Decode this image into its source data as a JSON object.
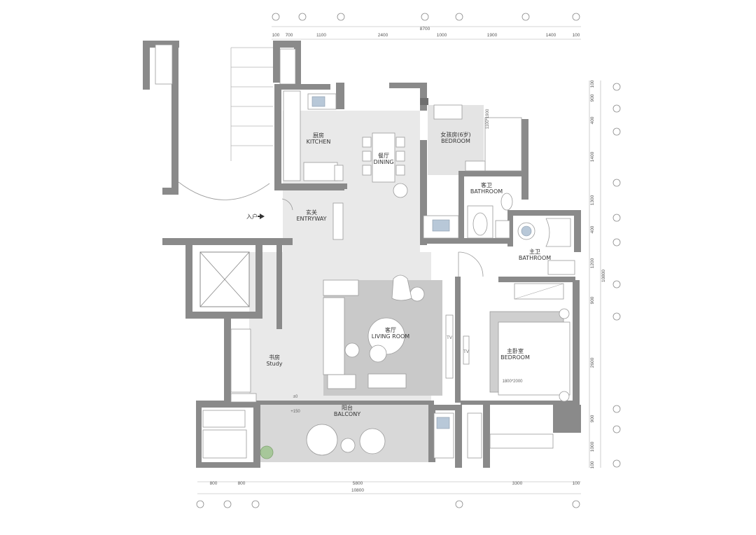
{
  "rooms": {
    "kitchen_cn": "厨房",
    "kitchen_en": "KITCHEN",
    "dining_cn": "餐厅",
    "dining_en": "DINING",
    "daughter_bedroom_cn": "女孩房(6岁)",
    "daughter_bedroom_en": "BEDROOM",
    "guest_bath_cn": "客卫",
    "guest_bath_en": "BATHROOM",
    "entry_label": "入户",
    "entryway_cn": "玄关",
    "entryway_en": "ENTRYWAY",
    "master_bath_cn": "主卫",
    "master_bath_en": "BATHROOM",
    "living_cn": "客厅",
    "living_en": "LIVING ROOM",
    "master_bedroom_cn": "主卧室",
    "master_bedroom_en": "BEDROOM",
    "study_cn": "书房",
    "study_en": "Study",
    "balcony_cn": "阳台",
    "balcony_en": "BALCONY"
  },
  "annotations": {
    "level_floor": "±0",
    "level_balcony": "+150",
    "tv_left": "TV",
    "tv_right": "TV",
    "bed_size": "1800*2000",
    "wardrobe_size": "1100*1900"
  },
  "dimensions_top": {
    "total": "8700",
    "segments": [
      "100",
      "700",
      "1100",
      "2400",
      "1000",
      "1900",
      "1400",
      "100"
    ]
  },
  "dimensions_bottom": {
    "total": "10800",
    "segments": [
      "800",
      "800",
      "5800",
      "3300",
      "100"
    ]
  },
  "dimensions_right": {
    "total": "10800",
    "segments": [
      "100",
      "900",
      "400",
      "1400",
      "1300",
      "400",
      "1200",
      "900",
      "2600",
      "900",
      "1000",
      "100"
    ]
  }
}
